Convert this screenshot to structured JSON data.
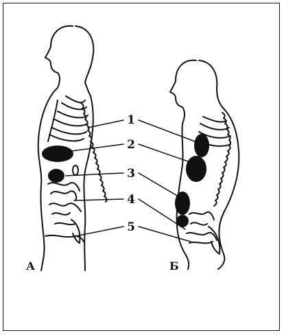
{
  "figure": {
    "callouts": [
      "1",
      "2",
      "3",
      "4",
      "5"
    ],
    "panel_labels": [
      "А",
      "Б"
    ]
  }
}
